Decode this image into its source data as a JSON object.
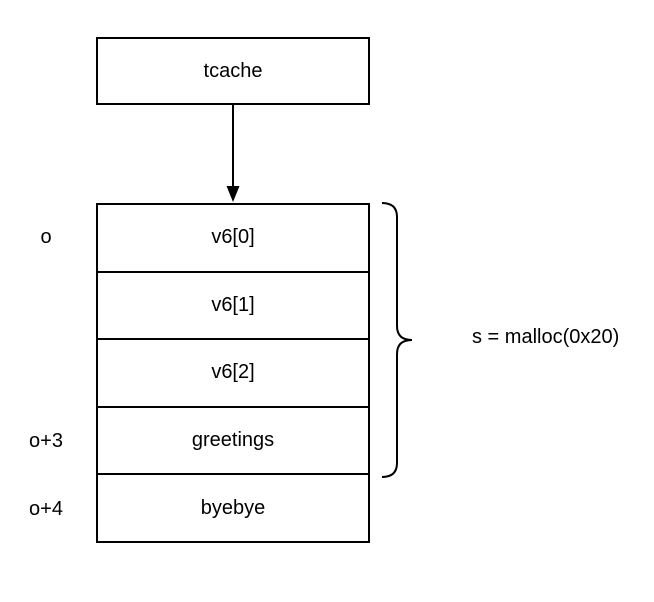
{
  "canvas": {
    "background": "#ffffff",
    "stroke_color": "#000000",
    "text_color": "#000000"
  },
  "tcache_node": {
    "label": "tcache"
  },
  "arrow": {
    "description": "arrow from tcache node to top of memory stack"
  },
  "stack": {
    "rows": [
      {
        "label": "v6[0]"
      },
      {
        "label": "v6[1]"
      },
      {
        "label": "v6[2]"
      },
      {
        "label": "greetings"
      },
      {
        "label": "byebye"
      }
    ]
  },
  "offset_labels": [
    {
      "text": "o",
      "row_index": 0
    },
    {
      "text": "o+3",
      "row_index": 3
    },
    {
      "text": "o+4",
      "row_index": 4
    }
  ],
  "annotation": {
    "label": "s = malloc(0x20)"
  }
}
